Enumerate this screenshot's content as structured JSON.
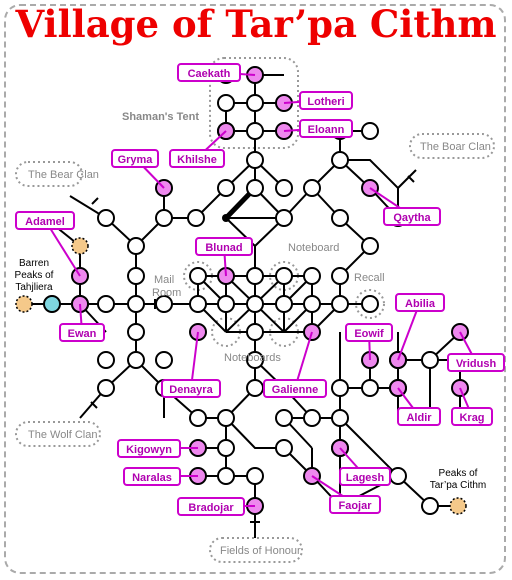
{
  "title": "Village of Tar’pa Cithm",
  "colors": {
    "title": "#ee0000",
    "npc_node": "#ee88ee",
    "npc_label_border": "#cc00cc",
    "npc_label_text": "#b000b0",
    "room_node": "#ffffff",
    "exit_node": "#f5c98a",
    "portal_node": "#7fd6e0",
    "area_label": "#888888"
  },
  "npc_labels": {
    "caekath": "Caekath",
    "lotheri": "Lotheri",
    "eloann": "Eloann",
    "khilshe": "Khilshe",
    "gryma": "Gryma",
    "qaytha": "Qaytha",
    "adamel": "Adamel",
    "blunad": "Blunad",
    "ewan": "Ewan",
    "abilia": "Abilia",
    "eowif": "Eowif",
    "vridush": "Vridush",
    "denayra": "Denayra",
    "galienne": "Galienne",
    "aldir": "Aldir",
    "krag": "Krag",
    "kigowyn": "Kigowyn",
    "naralas": "Naralas",
    "lagesh": "Lagesh",
    "bradojar": "Bradojar",
    "faojar": "Faojar"
  },
  "area_labels": {
    "shamans_tent": "Shaman's Tent",
    "bear_clan": "The Bear Clan",
    "boar_clan": "The Boar Clan",
    "wolf_clan": "The Wolf Clan",
    "fields": "Fields of Honour",
    "noteboard": "Noteboard",
    "noteboards": "Noteboards",
    "mail": "Mail",
    "room": "Room",
    "recall": "Recall"
  },
  "exit_labels": {
    "barren1": "Barren",
    "barren2": "Peaks of",
    "barren3": "Tahjliera",
    "peaks1": "Peaks of",
    "peaks2": "Tar’pa Cithm"
  }
}
